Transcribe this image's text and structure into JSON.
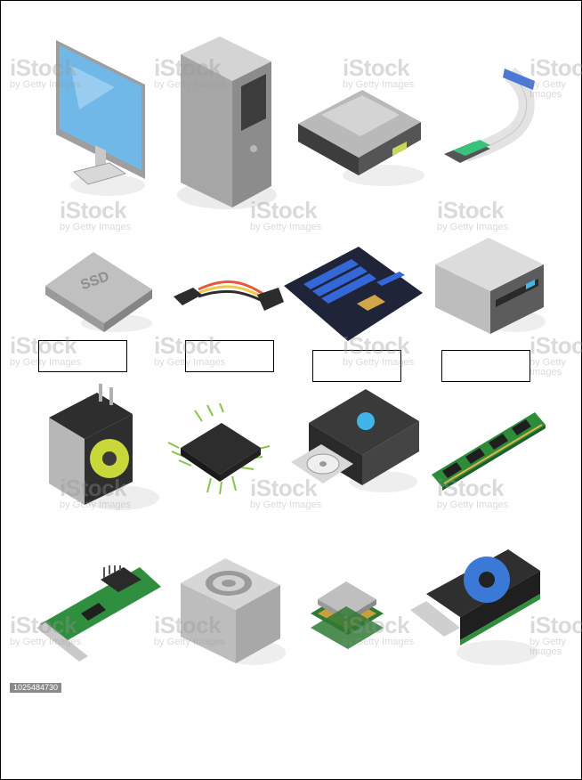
{
  "watermark": {
    "brand": "iStock",
    "byline": "by Getty Images"
  },
  "stock_id": "1025484730",
  "answer_boxes": [
    {
      "value": ""
    },
    {
      "value": ""
    },
    {
      "value": ""
    },
    {
      "value": ""
    }
  ],
  "ssd_text": "SSD",
  "colors": {
    "border": "#000000",
    "watermark": "#969696",
    "id_badge": "#8a8a8a"
  }
}
